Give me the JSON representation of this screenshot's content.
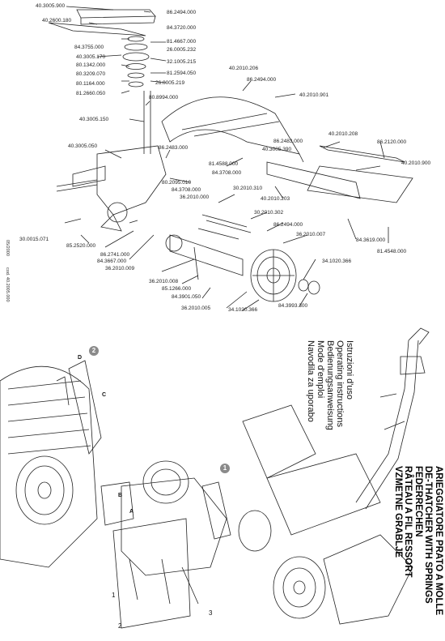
{
  "parts_labels": [
    "40.3005.900",
    "86.2494.000",
    "40.2600.180",
    "84.3720.000",
    "81.4667.000",
    "84.3755.000",
    "26.0005.232",
    "40.3005.170",
    "32.1005.215",
    "80.1342.000",
    "81.2594.050",
    "80.3209.070",
    "26.0005.219",
    "80.1164.000",
    "81.2660.050",
    "80.8994.000",
    "40.2010.206",
    "86.2494.000",
    "40.2010.901",
    "40.3005.150",
    "86.2483.000",
    "40.2010.208",
    "86.2120.000",
    "40.3005.050",
    "40.3005.390",
    "86.2483.000",
    "81.4588.000",
    "84.3708.000",
    "40.2010.900",
    "80.2095.010",
    "84.3708.000",
    "36.2010.000",
    "30.2010.310",
    "40.2010.203",
    "30.2010.302",
    "30.0015.071",
    "86.2494.000",
    "36.2010.007",
    "85.2520.000",
    "86.2741.000",
    "84.3667.000",
    "84.3619.000",
    "81.4548.000",
    "36.2010.009",
    "34.1020.366",
    "36.2010.008",
    "85.1266.000",
    "84.3901.050",
    "84.3993.300",
    "36.2010.005",
    "34.1020.366"
  ],
  "side_codes": [
    "05/2000",
    "cod. 40.2005.000"
  ],
  "languages": [
    "Istruzioni d'uso",
    "Operating instructions",
    "Bedienungsanweisung",
    "Mode d'emploi",
    "Navodila za uporabo"
  ],
  "titles": [
    "ARIEGGIATORE PRATO A MOLLE",
    "DE-THATCHER WITH SPRINGS",
    "FEDERRECHEN",
    "RÂTEAU A FIL RESSORT",
    "VZMETNE GRABLJE"
  ],
  "step_badges": [
    "2",
    "1"
  ],
  "callout_letters": [
    "D",
    "C",
    "A",
    "B"
  ],
  "callout_numbers": [
    "1",
    "2",
    "3"
  ]
}
